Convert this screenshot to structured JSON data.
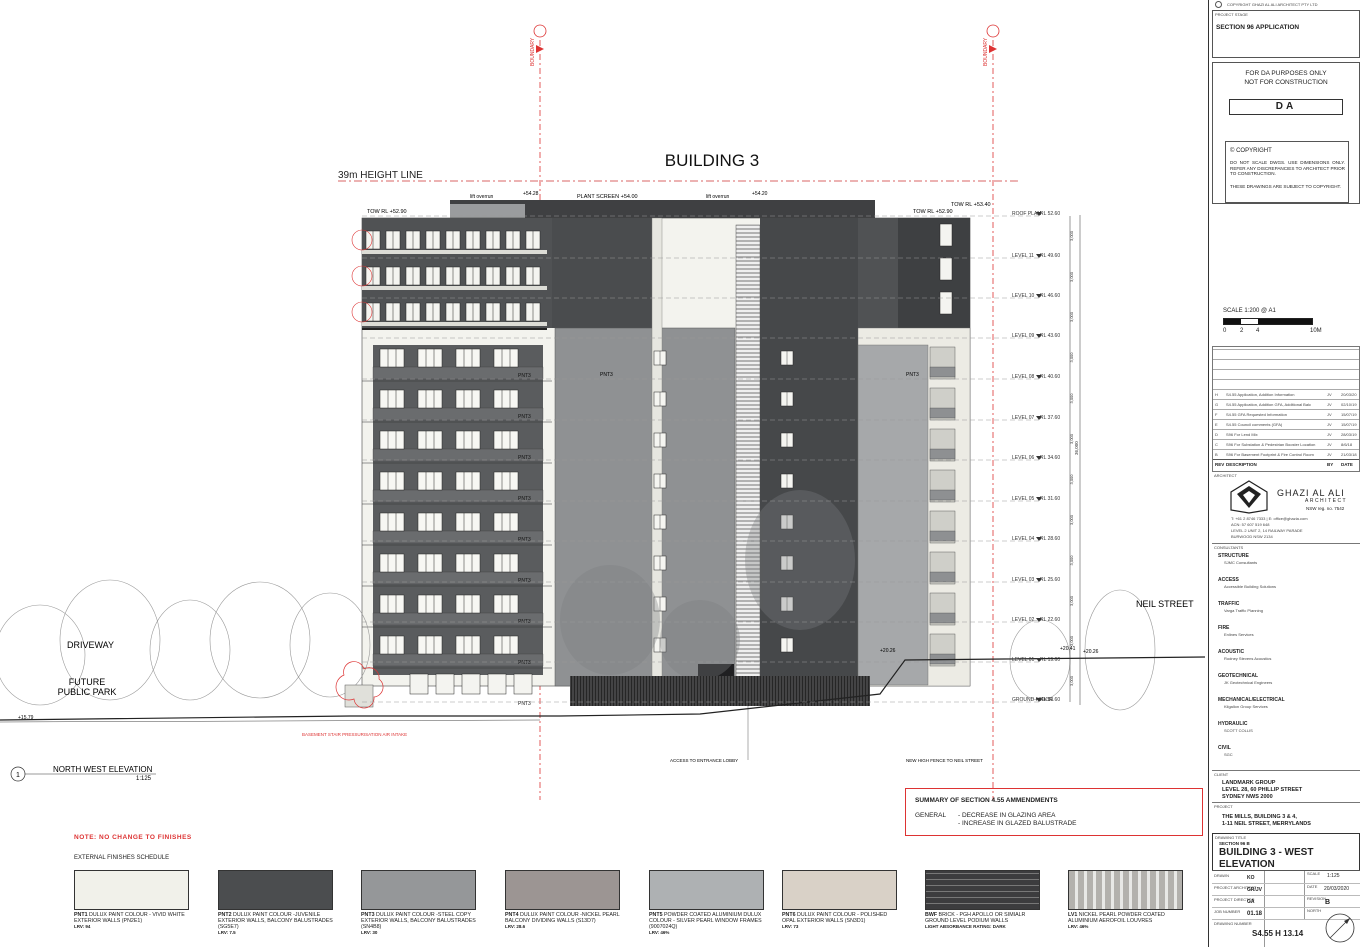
{
  "drawing": {
    "title": "BUILDING 3",
    "height_line": "39m HEIGHT LINE",
    "boundary": "BOUNDARY",
    "top_labels": {
      "lift_overrun_left": "lift overrun",
      "lift_overrun_right": "lift overrun",
      "rl_5428": "+54.28",
      "plant_screen": "PLANT SCREEN +54.00",
      "rl_5420": "+54.20",
      "tow_left": "TOW RL +52.90",
      "tow_right": "TOW RL +52.90",
      "tow_rl_5340": "TOW RL +53.40"
    },
    "pnt_tags": [
      "PNT3",
      "PNT3",
      "PNT3",
      "PNT3",
      "PNT3",
      "PNT3",
      "PNT3",
      "PNT3",
      "PNT3"
    ],
    "pnt_mid": "PNT3",
    "pnt_right": "PNT3",
    "levels": [
      {
        "name": "ROOF PLAN",
        "rl": "RL 52.60"
      },
      {
        "name": "LEVEL 11",
        "rl": "RL 49.60"
      },
      {
        "name": "LEVEL 10",
        "rl": "RL 46.60"
      },
      {
        "name": "LEVEL 09",
        "rl": "RL 43.60"
      },
      {
        "name": "LEVEL 08",
        "rl": "RL 40.60"
      },
      {
        "name": "LEVEL 07",
        "rl": "RL 37.60"
      },
      {
        "name": "LEVEL 06",
        "rl": "RL 34.60"
      },
      {
        "name": "LEVEL 05",
        "rl": "RL 31.60"
      },
      {
        "name": "LEVEL 04",
        "rl": "RL 28.60"
      },
      {
        "name": "LEVEL 03",
        "rl": "RL 25.60"
      },
      {
        "name": "LEVEL 02",
        "rl": "RL 22.60"
      },
      {
        "name": "LEVEL 01",
        "rl": "RL 19.60"
      },
      {
        "name": "GROUND FLOOR",
        "rl": "RL 16.60"
      }
    ],
    "dim_label": "3,000",
    "overall_dim": "36,000",
    "site": {
      "driveway": "DRIVEWAY",
      "future_park_1": "FUTURE",
      "future_park_2": "PUBLIC PARK",
      "neil_street": "NEIL STREET",
      "rl_1579": "+15.79",
      "rl_2026_a": "+20.26",
      "rl_2041": "+20.41",
      "rl_2026_b": "+20.26",
      "basement_note": "BASEMENT STAIR PRESSURISATION AIR INTAKE",
      "access_note": "ACCESS TO ENTRANCE LOBBY",
      "fence_note": "NEW HIGH FENCE TO NEIL STREET"
    },
    "view": {
      "number": "1",
      "name": "NORTH WEST ELEVATION",
      "scale": "1:125"
    }
  },
  "summary": {
    "title": "SUMMARY OF SECTION 4.55 AMMENDMENTS",
    "category": "GENERAL",
    "items": [
      "- DECREASE IN GLAZING AREA",
      "- INCREASE IN GLAZED BALUSTRADE"
    ]
  },
  "finishes": {
    "note": "NOTE: NO CHANGE TO FINISHES",
    "heading": "EXTERNAL FINISHES SCHEDULE",
    "items": [
      {
        "code": "PNT1",
        "desc": "DULUX PAINT COLOUR - VIVID WHITE EXTERIOR WALLS (PN2E1)",
        "lrv": "LRV: 94",
        "color": "#f1f1ea"
      },
      {
        "code": "PNT2",
        "desc": "DULUX PAINT COLOUR -JUVENILE EXTERIOR WALLS, BALCONY BALUSTRADES (SG5E7)",
        "lrv": "LRV: 7.5",
        "color": "#4b4d4f"
      },
      {
        "code": "PNT3",
        "desc": "DULUX PAINT COLOUR -STEEL COPY EXTERIOR WALLS, BALCONY BALUSTRADES (SN4B8)",
        "lrv": "LRV: 30",
        "color": "#959799"
      },
      {
        "code": "PNT4",
        "desc": "DULUX PAINT COLOUR -NICKEL PEARL BALCONY DIVIDING WALLS (S13D7)",
        "lrv": "LRV: 28.6",
        "color": "#9c9593"
      },
      {
        "code": "PNT5",
        "desc": "POWDER COATED ALUMINIUM DULUX COLOUR - SILVER PEARL WINDOW FRAMES (9007024Q)",
        "lrv": "LRV: 46%",
        "color": "#aeb1b3"
      },
      {
        "code": "PNT6",
        "desc": "DULUX PAINT COLOUR - POLISHED OPAL EXTERIOR WALLS (SN3D1)",
        "lrv": "LRV: 73",
        "color": "#d9d1c7"
      },
      {
        "code": "BWF",
        "desc": "BRICK - PGH APOLLO OR SIMIALR GROUND LEVEL PODIUM WALLS",
        "lrv": "LIGHT ABSORBANCE RATING: DARK",
        "color": "#3c3c3e"
      },
      {
        "code": "LV1",
        "desc": "NICKEL PEARL POWDER COATED ALUMINIUM AEROFOIL LOUVRES",
        "lrv": "LRV: 46%",
        "color": "#b3b1ad"
      }
    ]
  },
  "titleblock": {
    "copyright_top": "COPYRIGHT GHAZI AL ALI ARCHITECT PTY LTD",
    "project_stage_label": "PROJECT STAGE",
    "project_stage": "SECTION 96 APPLICATION",
    "da_line1": "FOR DA PURPOSES ONLY",
    "da_line2": "NOT FOR CONSTRUCTION",
    "da_box": "DA",
    "copyright": "© COPYRIGHT",
    "copyright_text": "DO NOT SCALE DWGS. USE DIMENSIONS ONLY. REFER ANY DISCREPANCIES TO ARCHITECT PRIOR TO CONSTRUCTION.",
    "subject_text": "THESE DRAWINGS ARE SUBJECT TO COPYRIGHT.",
    "scale": "SCALE 1:200 @ A1",
    "scale_ticks": [
      "0",
      "2",
      "4",
      "10M"
    ],
    "revisions": [
      {
        "rev": "H",
        "desc": "S4.55 Application, Addition Information",
        "by": "JV",
        "date": "20/03/20"
      },
      {
        "rev": "G",
        "desc": "S4.55 Application, Addition GFA, Additional Balc",
        "by": "JV",
        "date": "02/10/19"
      },
      {
        "rev": "F",
        "desc": "S4.55 GFA Requested Information",
        "by": "JV",
        "date": "15/07/19"
      },
      {
        "rev": "E",
        "desc": "S4.55 Council comments (GFA)",
        "by": "JV",
        "date": "15/07/19"
      },
      {
        "rev": "D",
        "desc": "S96 For Lend Mix",
        "by": "JV",
        "date": "28/03/19"
      },
      {
        "rev": "C",
        "desc": "S96 For Substation & Pedestrian Booster Location",
        "by": "JV",
        "date": "8/6/18"
      },
      {
        "rev": "B",
        "desc": "S96 For Basement Footprint & Fire Control Room",
        "by": "JV",
        "date": "21/03/18"
      }
    ],
    "rev_headers": {
      "rev": "REV",
      "desc": "DESCRIPTION",
      "by": "BY",
      "date": "DATE"
    },
    "architect_label": "ARCHITECT",
    "architect_name": "GHAZI AL ALI",
    "architect_sub": "ARCHITECT",
    "nsw_reg": "NSW reg. no. 7542",
    "contact_1": "T: +61 2 8746 7333  |  E: office@ghazia.com",
    "contact_2": "ACN: 57 607 519 648",
    "contact_3": "LEVEL 2 UNIT 2, 14 RAILWAY PARADE",
    "contact_4": "BURWOOD NSW 2134",
    "consultants_label": "CONSULTANTS",
    "consultants": [
      {
        "role": "STRUCTURE",
        "name": "SJMC Consultants"
      },
      {
        "role": "ACCESS",
        "name": "Accessible Building Solutions"
      },
      {
        "role": "TRAFFIC",
        "name": "Varga Traffic Planning"
      },
      {
        "role": "FIRE",
        "name": "Enlines Services"
      },
      {
        "role": "ACOUSTIC",
        "name": "Rodney Stevens Acoustics"
      },
      {
        "role": "GEOTECHNICAL",
        "name": "JK Geotechnical Engineers"
      },
      {
        "role": "MECHANICAL/ELECTRICAL",
        "name": "Kilgallon Group Services"
      },
      {
        "role": "HYDRAULIC",
        "name": "SCOTT COLLIS"
      },
      {
        "role": "CIVIL",
        "name": "SGC"
      }
    ],
    "client_label": "CLIENT",
    "client_1": "LANDMARK GROUP",
    "client_2": "LEVEL 28, 60 PHILLIP STREET",
    "client_3": "SYDNEY NWS 2000",
    "project_label": "PROJECT",
    "project_1": "THE MILLS, BUILDING 3 & 4,",
    "project_2": "1-11 NEIL STREET, MERRYLANDS",
    "drawing_title_label": "DRAWING TITLE",
    "drawing_title_sub": "SECTION 96 B",
    "drawing_title_1": "BUILDING 3 - WEST",
    "drawing_title_2": "ELEVATION",
    "drawn_label": "DRAWN",
    "drawn": "KO",
    "scale_label": "SCALE",
    "scale_val": "1:125",
    "pa_label": "PROJECT ARCHITECT",
    "pa": "GR/JV",
    "date_label": "DATE",
    "date_val": "20/03/2020",
    "pd_label": "PROJECT DIRECTOR",
    "pd": "GA",
    "rev_label": "REVISION",
    "rev_val": "B",
    "job_label": "JOB NUMBER",
    "job": "01.18",
    "north_label": "NORTH",
    "dwg_label": "DRAWING NUMBER",
    "dwg": "S4.55 H  13.14"
  }
}
